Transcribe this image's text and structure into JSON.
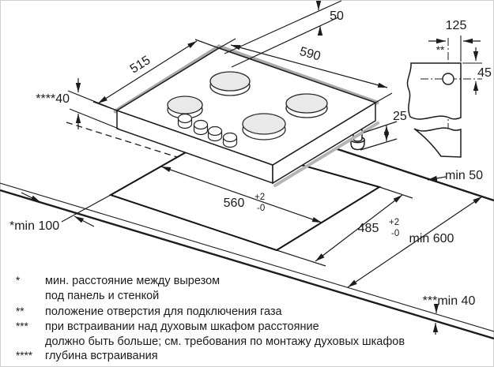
{
  "diagram": {
    "title_hint": "gas hob built-in installation drawing",
    "dims": {
      "hob_depth": "515",
      "hob_width": "590",
      "rear_offset": "50",
      "mount_depth": "****40",
      "pipe_height": "25",
      "hole_offset_x": "125",
      "hole_offset_y": "45",
      "hole_note_marker": "**",
      "cutout_width": "560",
      "cutout_depth": "485",
      "tol_plus": "+2",
      "tol_minus": "-0",
      "rear_clearance": "min 50",
      "worktop_depth": "min 600",
      "side_clearance": "*min 100",
      "bottom_clearance": "***min 40"
    },
    "footnotes": [
      {
        "marker": "*",
        "line1": "мин. расстояние между вырезом",
        "line2": "под панель и стенкой"
      },
      {
        "marker": "**",
        "line1": "положение отверстия для подключения газа"
      },
      {
        "marker": "***",
        "line1": "при встраивании над духовым шкафом расстояние",
        "line2": "должно быть больше; см. требования по монтажу духовых шкафов"
      },
      {
        "marker": "****",
        "line1": "глубина встраивания"
      }
    ],
    "colors": {
      "line": "#1c1c1c",
      "soft_edge": "#a9a9a9",
      "burner_fill": "#e9e9e9",
      "background": "#ffffff",
      "border": "#cfcfcf"
    }
  }
}
